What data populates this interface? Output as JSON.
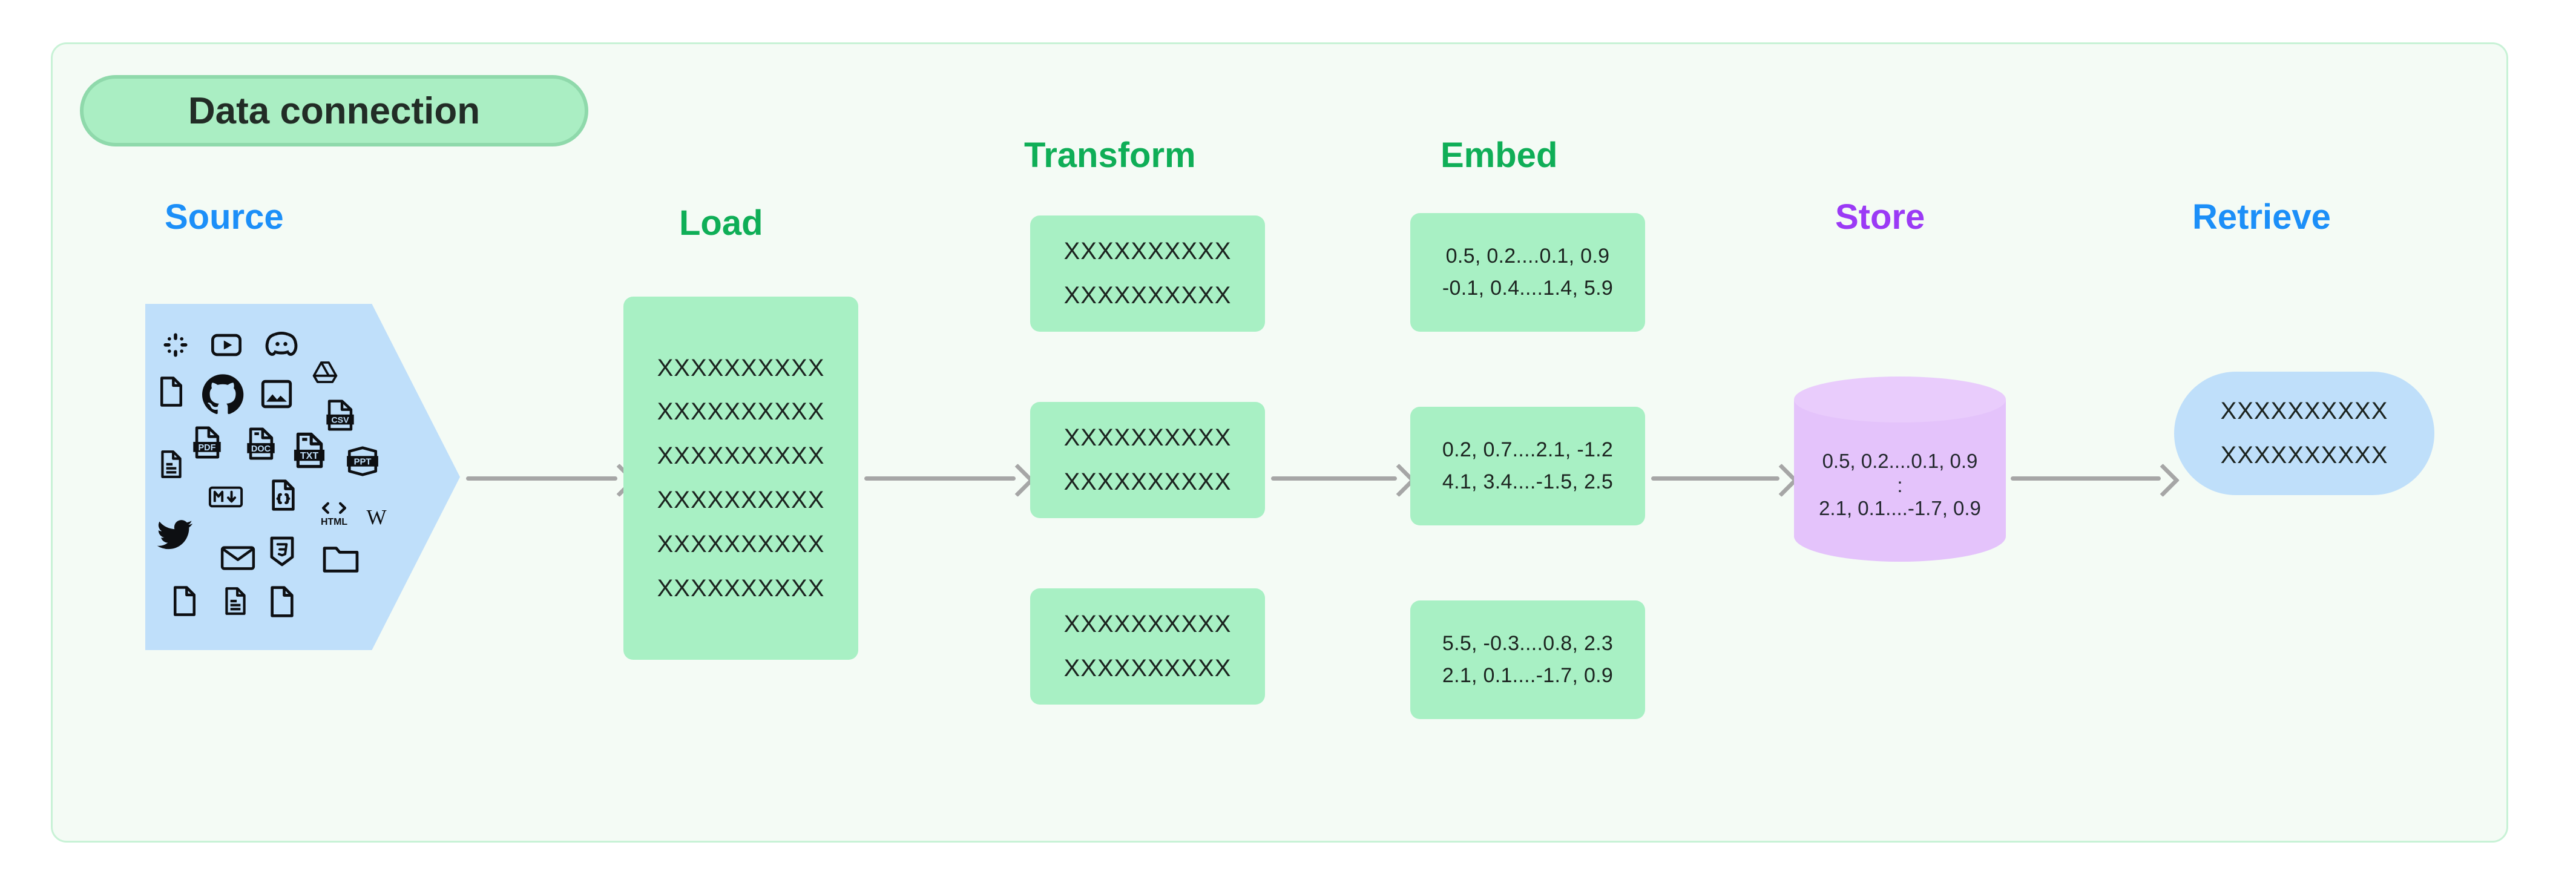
{
  "title_badge": {
    "label": "Data connection"
  },
  "colors": {
    "container_bg": "#f4fbf5",
    "container_border": "#c8f2d6",
    "badge_bg": "#aaeec3",
    "badge_border": "#8fd9ab",
    "green_card": "#a8f0c4",
    "blue_shape": "#bfdffa",
    "purple_cylinder": "#e4c3fb",
    "label_blue": "#1c8ff8",
    "label_green": "#0fae57",
    "label_purple": "#9b3af5",
    "arrow_gray": "#a6a6a6",
    "text_dark": "#1c2420"
  },
  "stages": {
    "source": {
      "label": "Source"
    },
    "load": {
      "label": "Load"
    },
    "transform": {
      "label": "Transform"
    },
    "embed": {
      "label": "Embed"
    },
    "store": {
      "label": "Store"
    },
    "retrieve": {
      "label": "Retrieve"
    }
  },
  "source_icons": [
    {
      "name": "slack-icon",
      "label": "Slack"
    },
    {
      "name": "youtube-icon",
      "label": "YouTube"
    },
    {
      "name": "discord-icon",
      "label": "Discord"
    },
    {
      "name": "file-blank-icon",
      "label": "File"
    },
    {
      "name": "github-icon",
      "label": "GitHub"
    },
    {
      "name": "image-icon",
      "label": "Image"
    },
    {
      "name": "google-drive-icon",
      "label": "Google Drive"
    },
    {
      "name": "csv-file-icon",
      "label": "CSV"
    },
    {
      "name": "document-lines-icon",
      "label": "Document"
    },
    {
      "name": "pdf-file-icon",
      "label": "PDF"
    },
    {
      "name": "doc-file-icon",
      "label": "DOC"
    },
    {
      "name": "txt-file-icon",
      "label": "TXT"
    },
    {
      "name": "ppt-file-icon",
      "label": "PPT"
    },
    {
      "name": "markdown-icon",
      "label": "Markdown"
    },
    {
      "name": "json-file-icon",
      "label": "JSON"
    },
    {
      "name": "html-icon",
      "label": "HTML"
    },
    {
      "name": "wikipedia-icon",
      "label": "Wikipedia"
    },
    {
      "name": "twitter-icon",
      "label": "Twitter"
    },
    {
      "name": "email-icon",
      "label": "Email"
    },
    {
      "name": "css3-icon",
      "label": "CSS3"
    },
    {
      "name": "folder-icon",
      "label": "Folder"
    },
    {
      "name": "file-blank-2-icon",
      "label": "File"
    },
    {
      "name": "document-lines-2-icon",
      "label": "Document"
    },
    {
      "name": "file-blank-3-icon",
      "label": "File"
    }
  ],
  "load_card": {
    "lines": [
      "XXXXXXXXXX",
      "XXXXXXXXXX",
      "XXXXXXXXXX",
      "XXXXXXXXXX",
      "XXXXXXXXXX",
      "XXXXXXXXXX"
    ]
  },
  "transform_cards": [
    {
      "lines": [
        "XXXXXXXXXX",
        "XXXXXXXXXX"
      ]
    },
    {
      "lines": [
        "XXXXXXXXXX",
        "XXXXXXXXXX"
      ]
    },
    {
      "lines": [
        "XXXXXXXXXX",
        "XXXXXXXXXX"
      ]
    }
  ],
  "embed_cards": [
    {
      "line1": "0.5, 0.2....0.1, 0.9",
      "line2": "-0.1, 0.4....1.4, 5.9"
    },
    {
      "line1": "0.2, 0.7....2.1, -1.2",
      "line2": "4.1, 3.4....-1.5, 2.5"
    },
    {
      "line1": "5.5, -0.3....0.8, 2.3",
      "line2": "2.1, 0.1....-1.7, 0.9"
    }
  ],
  "store_cylinder": {
    "line1": "0.5, 0.2....0.1, 0.9",
    "separator": ":",
    "line2": "2.1, 0.1....-1.7, 0.9"
  },
  "retrieve_card": {
    "lines": [
      "XXXXXXXXXX",
      "XXXXXXXXXX"
    ]
  },
  "arrows": [
    {
      "name": "arrow-source-to-load"
    },
    {
      "name": "arrow-load-to-transform"
    },
    {
      "name": "arrow-transform-to-embed"
    },
    {
      "name": "arrow-embed-to-store"
    },
    {
      "name": "arrow-store-to-retrieve"
    }
  ]
}
